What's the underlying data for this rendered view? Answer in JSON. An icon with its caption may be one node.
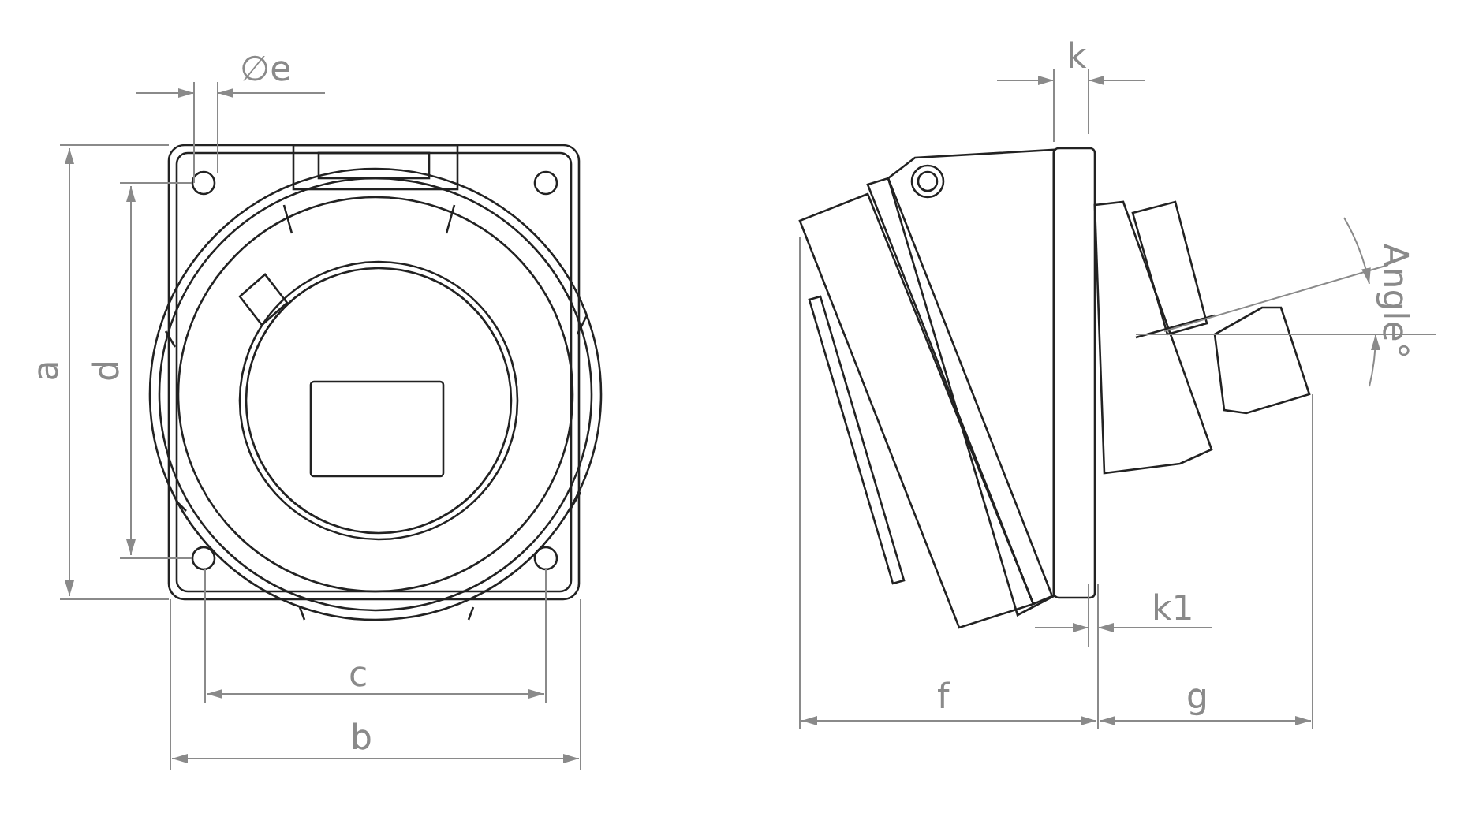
{
  "diagram": {
    "labels": [
      "∅e",
      "k",
      "Angle°",
      "a",
      "d",
      "k1",
      "c",
      "f",
      "g",
      "b"
    ]
  }
}
